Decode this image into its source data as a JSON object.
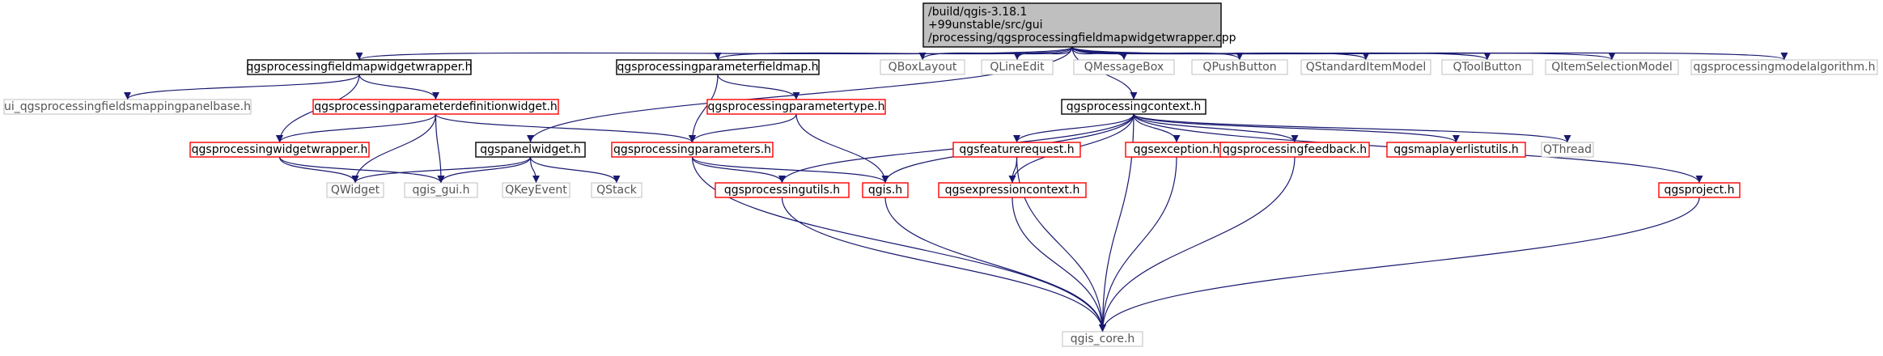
{
  "diagram": {
    "root": {
      "id": "root",
      "lines": [
        "/build/qgis-3.18.1",
        "+99unstable/src/gui",
        "/processing/qgsprocessingfieldmapwidgetwrapper.cpp"
      ]
    },
    "nodes": [
      {
        "id": "fmw_h",
        "label": "qgsprocessingfieldmapwidgetwrapper.h",
        "style": "documented"
      },
      {
        "id": "pfm_h",
        "label": "qgsprocessingparameterfieldmap.h",
        "style": "documented"
      },
      {
        "id": "qboxlayout",
        "label": "QBoxLayout",
        "style": "external"
      },
      {
        "id": "qlineedit",
        "label": "QLineEdit",
        "style": "external"
      },
      {
        "id": "qmessagebox",
        "label": "QMessageBox",
        "style": "external"
      },
      {
        "id": "qpushbutton",
        "label": "QPushButton",
        "style": "external"
      },
      {
        "id": "qstditem",
        "label": "QStandardItemModel",
        "style": "external"
      },
      {
        "id": "qtoolbutton",
        "label": "QToolButton",
        "style": "external"
      },
      {
        "id": "qitemsel",
        "label": "QItemSelectionModel",
        "style": "external"
      },
      {
        "id": "modelalg_h",
        "label": "qgsprocessingmodelalgorithm.h",
        "style": "external"
      },
      {
        "id": "ui_h",
        "label": "ui_qgsprocessingfieldsmappingpanelbase.h",
        "style": "external"
      },
      {
        "id": "pdw_h",
        "label": "qgsprocessingparameterdefinitionwidget.h",
        "style": "truncated"
      },
      {
        "id": "ptype_h",
        "label": "qgsprocessingparametertype.h",
        "style": "truncated"
      },
      {
        "id": "pctx_h",
        "label": "qgsprocessingcontext.h",
        "style": "documented"
      },
      {
        "id": "pww_h",
        "label": "qgsprocessingwidgetwrapper.h",
        "style": "truncated"
      },
      {
        "id": "panel_h",
        "label": "qgspanelwidget.h",
        "style": "documented"
      },
      {
        "id": "params_h",
        "label": "qgsprocessingparameters.h",
        "style": "truncated"
      },
      {
        "id": "freq_h",
        "label": "qgsfeaturerequest.h",
        "style": "truncated"
      },
      {
        "id": "exc_h",
        "label": "qgsexception.h",
        "style": "truncated"
      },
      {
        "id": "feedback_h",
        "label": "qgsprocessingfeedback.h",
        "style": "truncated"
      },
      {
        "id": "mlu_h",
        "label": "qgsmaplayerlistutils.h",
        "style": "truncated"
      },
      {
        "id": "qthread",
        "label": "QThread",
        "style": "external"
      },
      {
        "id": "qwidget",
        "label": "QWidget",
        "style": "external"
      },
      {
        "id": "gui_h",
        "label": "qgis_gui.h",
        "style": "external"
      },
      {
        "id": "qkeyevent",
        "label": "QKeyEvent",
        "style": "external"
      },
      {
        "id": "qstack",
        "label": "QStack",
        "style": "external"
      },
      {
        "id": "putils_h",
        "label": "qgsprocessingutils.h",
        "style": "truncated"
      },
      {
        "id": "qgis_h",
        "label": "qgis.h",
        "style": "truncated"
      },
      {
        "id": "exprctx_h",
        "label": "qgsexpressioncontext.h",
        "style": "truncated"
      },
      {
        "id": "project_h",
        "label": "qgsproject.h",
        "style": "truncated"
      },
      {
        "id": "core_h",
        "label": "qgis_core.h",
        "style": "external"
      }
    ],
    "edges": [
      [
        "root",
        "fmw_h"
      ],
      [
        "root",
        "panel_h"
      ],
      [
        "root",
        "pfm_h"
      ],
      [
        "root",
        "qboxlayout"
      ],
      [
        "root",
        "qlineedit"
      ],
      [
        "root",
        "qmessagebox"
      ],
      [
        "root",
        "qpushbutton"
      ],
      [
        "root",
        "qstditem"
      ],
      [
        "root",
        "qtoolbutton"
      ],
      [
        "root",
        "qitemsel"
      ],
      [
        "root",
        "modelalg_h"
      ],
      [
        "root",
        "pctx_h"
      ],
      [
        "fmw_h",
        "ui_h"
      ],
      [
        "fmw_h",
        "pdw_h"
      ],
      [
        "fmw_h",
        "pww_h"
      ],
      [
        "pdw_h",
        "pww_h"
      ],
      [
        "pdw_h",
        "params_h"
      ],
      [
        "pdw_h",
        "qwidget"
      ],
      [
        "pdw_h",
        "gui_h"
      ],
      [
        "pfm_h",
        "ptype_h"
      ],
      [
        "pfm_h",
        "params_h"
      ],
      [
        "ptype_h",
        "params_h"
      ],
      [
        "ptype_h",
        "qgis_h"
      ],
      [
        "pww_h",
        "qwidget"
      ],
      [
        "pww_h",
        "gui_h"
      ],
      [
        "panel_h",
        "qwidget"
      ],
      [
        "panel_h",
        "gui_h"
      ],
      [
        "panel_h",
        "qkeyevent"
      ],
      [
        "panel_h",
        "qstack"
      ],
      [
        "params_h",
        "putils_h"
      ],
      [
        "params_h",
        "qgis_h"
      ],
      [
        "params_h",
        "core_h"
      ],
      [
        "pctx_h",
        "putils_h"
      ],
      [
        "pctx_h",
        "qgis_h"
      ],
      [
        "pctx_h",
        "freq_h"
      ],
      [
        "pctx_h",
        "exc_h"
      ],
      [
        "pctx_h",
        "feedback_h"
      ],
      [
        "pctx_h",
        "mlu_h"
      ],
      [
        "pctx_h",
        "qthread"
      ],
      [
        "pctx_h",
        "exprctx_h"
      ],
      [
        "pctx_h",
        "project_h"
      ],
      [
        "pctx_h",
        "core_h"
      ],
      [
        "freq_h",
        "exprctx_h"
      ],
      [
        "freq_h",
        "core_h"
      ],
      [
        "exc_h",
        "core_h"
      ],
      [
        "feedback_h",
        "core_h"
      ],
      [
        "putils_h",
        "core_h"
      ],
      [
        "qgis_h",
        "core_h"
      ],
      [
        "exprctx_h",
        "core_h"
      ],
      [
        "project_h",
        "core_h"
      ]
    ],
    "colors": {
      "edge": "#191970",
      "documented_border": "#000000",
      "truncated_border": "#ff0000",
      "external_border": "#bfbfbf",
      "root_fill": "#bfbfbf",
      "external_text": "#555555",
      "text": "#000000"
    }
  }
}
